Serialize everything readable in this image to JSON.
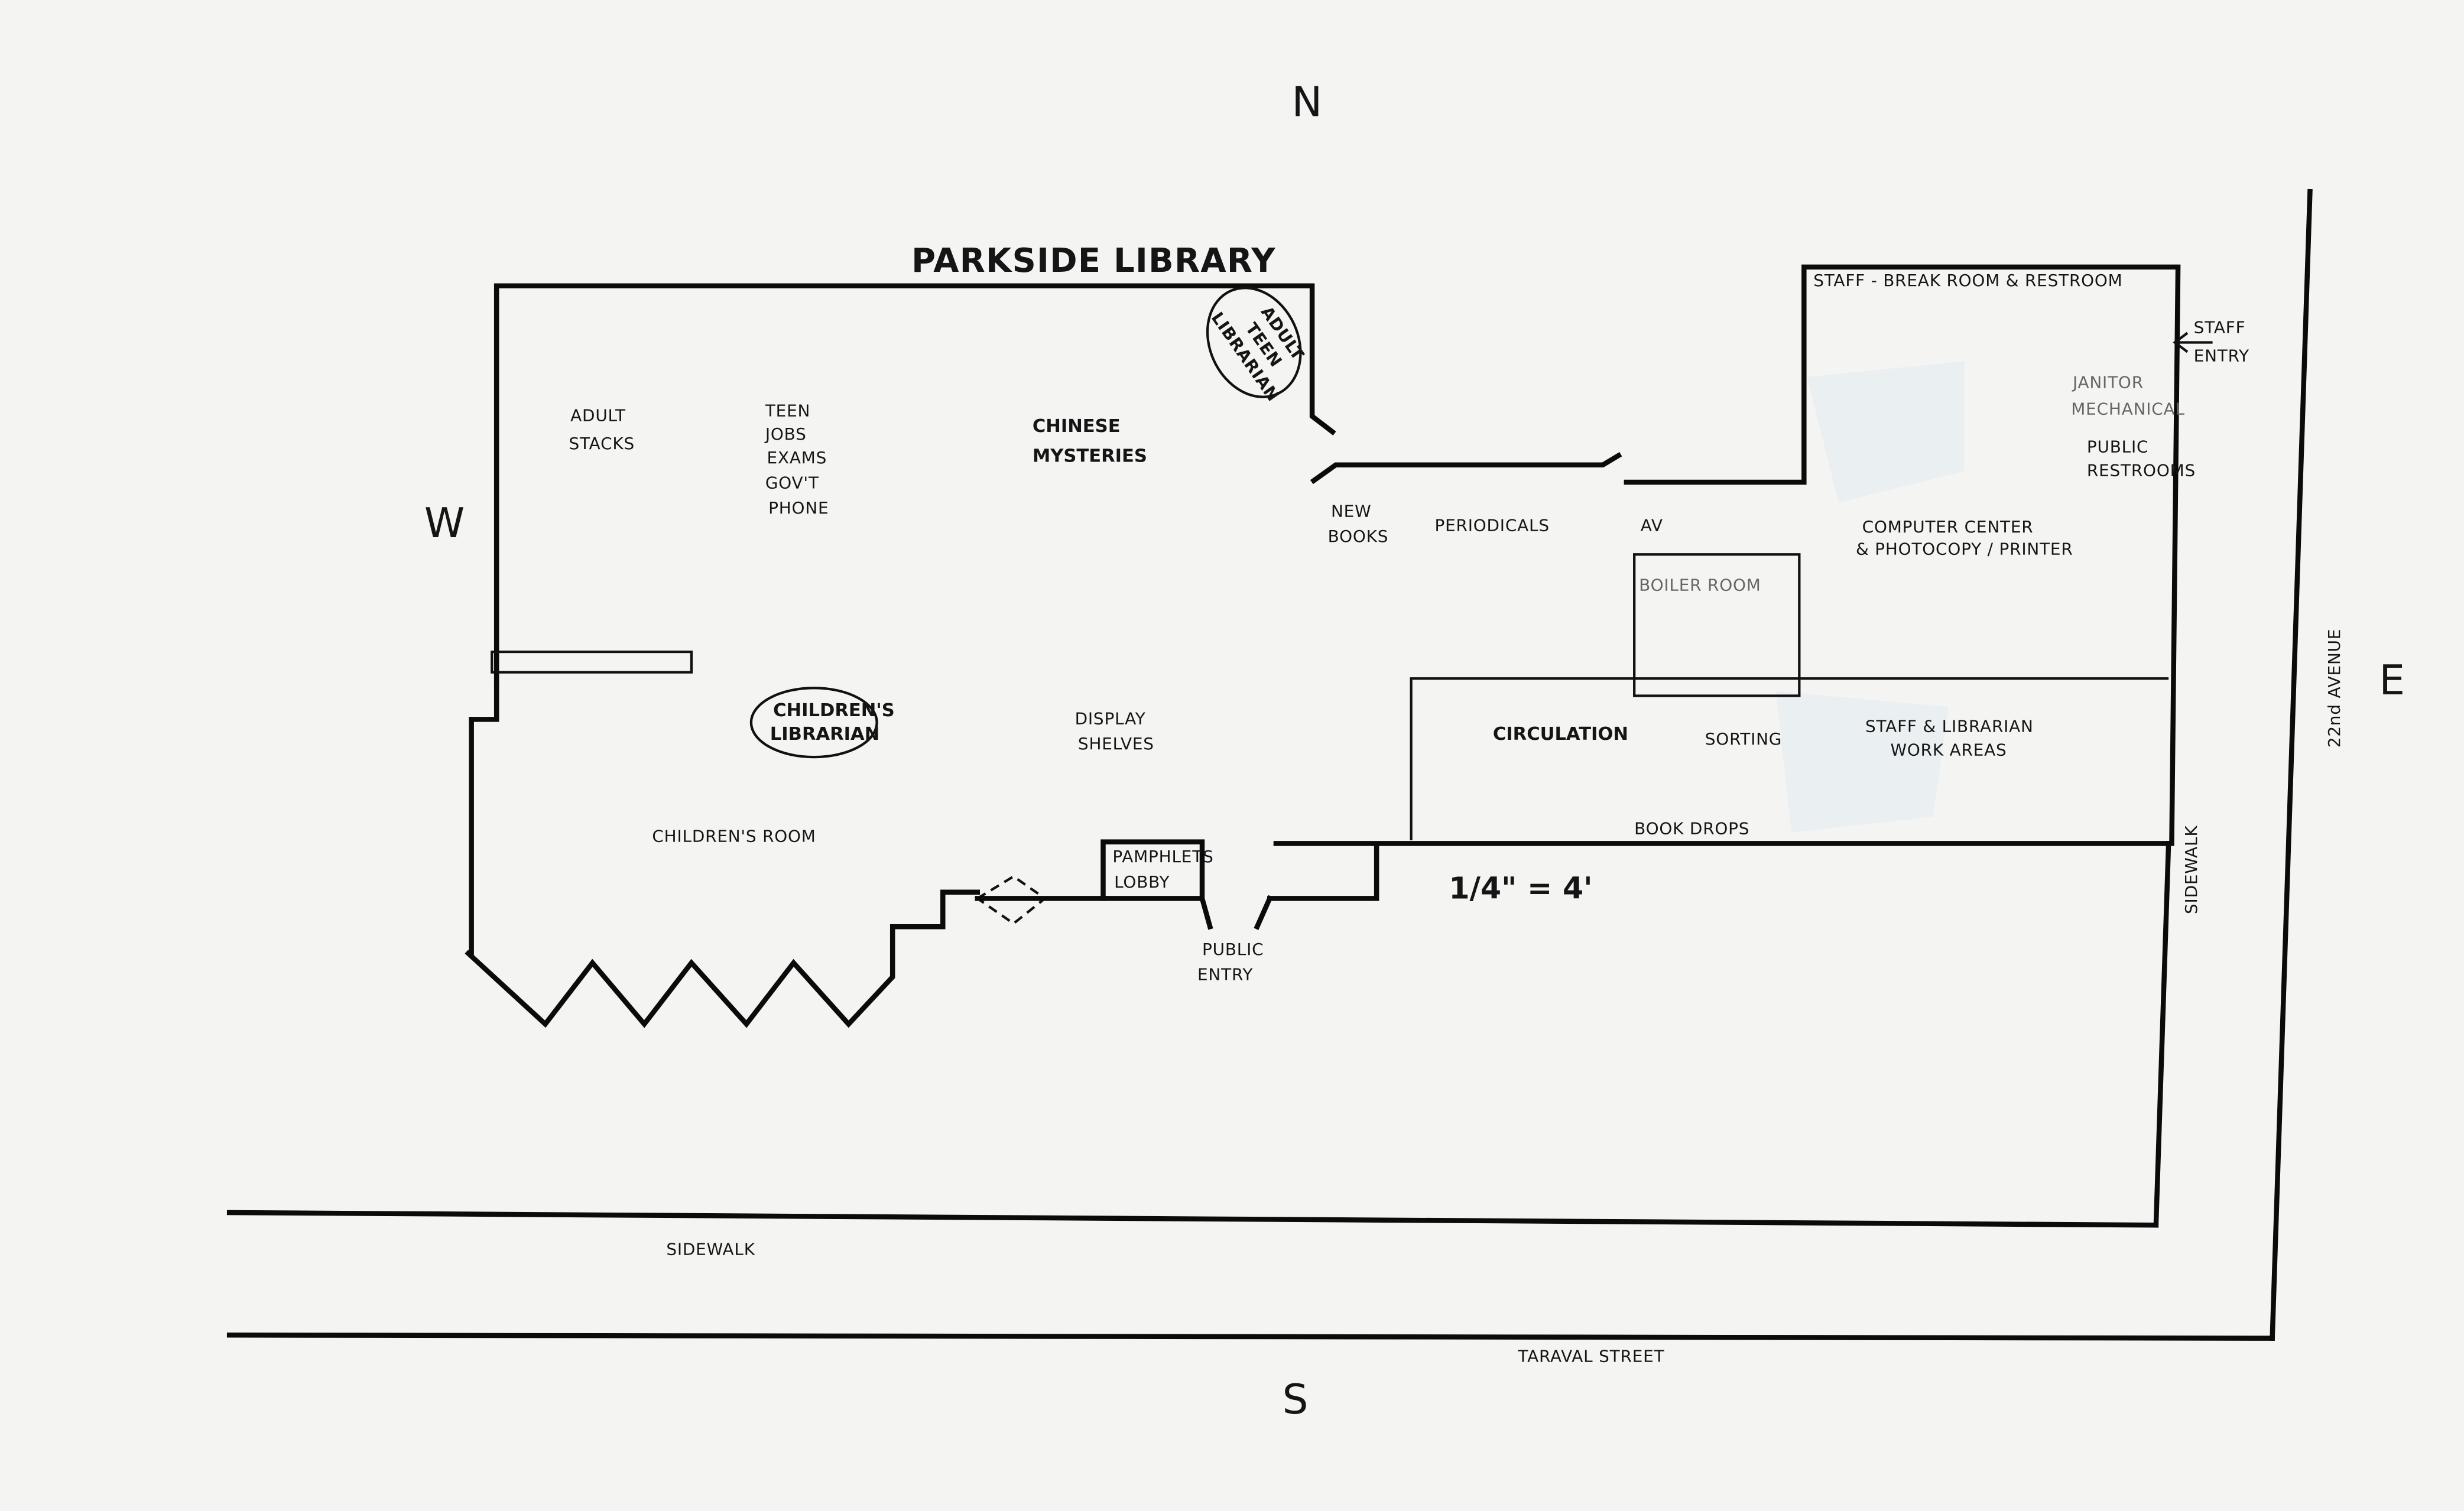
{
  "title": "PARKSIDE LIBRARY",
  "compass": {
    "north": "N",
    "south": "S",
    "east": "E",
    "west": "W"
  },
  "scale": "1/4\" = 4'",
  "rooms": {
    "adult_stacks": [
      "ADULT",
      "STACKS"
    ],
    "teen": [
      "TEEN",
      "JOBS",
      "EXAMS",
      "GOV'T",
      "PHONE"
    ],
    "chinese_mysteries": [
      "CHINESE",
      "MYSTERIES"
    ],
    "adult_teen_librarian": [
      "ADULT",
      "TEEN",
      "LIBRARIAN"
    ],
    "childrens_librarian": [
      "CHILDREN'S",
      "LIBRARIAN"
    ],
    "display_shelves": [
      "DISPLAY",
      "SHELVES"
    ],
    "childrens_room": "CHILDREN'S ROOM",
    "pamphlets_lobby": [
      "PAMPHLETS",
      "LOBBY"
    ],
    "public_entry": [
      "PUBLIC",
      "ENTRY"
    ],
    "new_books": [
      "NEW",
      "BOOKS"
    ],
    "periodicals": "PERIODICALS",
    "av": "AV",
    "boiler_room": "BOILER ROOM",
    "computer_center": [
      "COMPUTER CENTER",
      "& PHOTOCOPY / PRINTER"
    ],
    "staff_break_room": "STAFF - BREAK ROOM & RESTROOM",
    "staff_entry": [
      "STAFF",
      "ENTRY"
    ],
    "janitor": [
      "JANITOR",
      "MECHANICAL"
    ],
    "public_restrooms": [
      "PUBLIC",
      "RESTROOMS"
    ],
    "circulation": "CIRCULATION",
    "sorting": "SORTING",
    "staff_work_areas": [
      "STAFF & LIBRARIAN",
      "WORK AREAS"
    ],
    "book_drops": "BOOK DROPS"
  },
  "streets": {
    "sidewalk_south": "SIDEWALK",
    "sidewalk_east": "SIDEWALK",
    "taraval": "TARAVAL STREET",
    "avenue": "22nd AVENUE"
  }
}
